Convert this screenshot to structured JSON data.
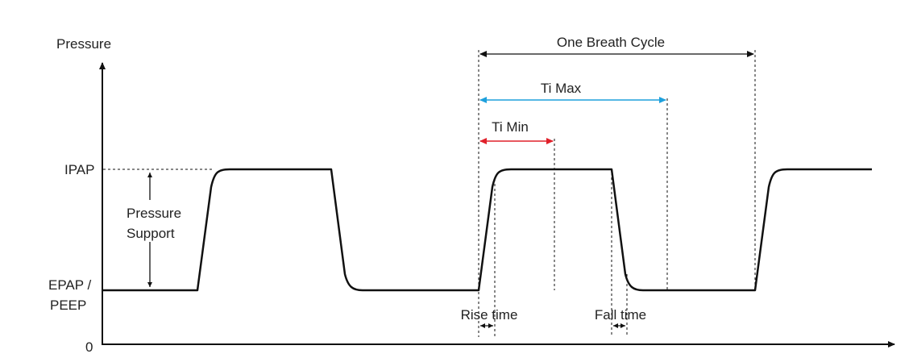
{
  "axes": {
    "y_label": "Pressure",
    "zero_label": "0"
  },
  "levels": {
    "ipap_label": "IPAP",
    "epap_label_line1": "EPAP /",
    "epap_label_line2": "PEEP"
  },
  "annotations": {
    "pressure_support_line1": "Pressure",
    "pressure_support_line2": "Support",
    "one_breath_cycle": "One Breath Cycle",
    "ti_max": "Ti Max",
    "ti_min": "Ti Min",
    "rise_time": "Rise time",
    "fall_time": "Fall time"
  },
  "colors": {
    "waveform": "#111111",
    "ti_max_arrow": "#1ea0dc",
    "ti_min_arrow": "#e0202a",
    "text": "#222222"
  }
}
